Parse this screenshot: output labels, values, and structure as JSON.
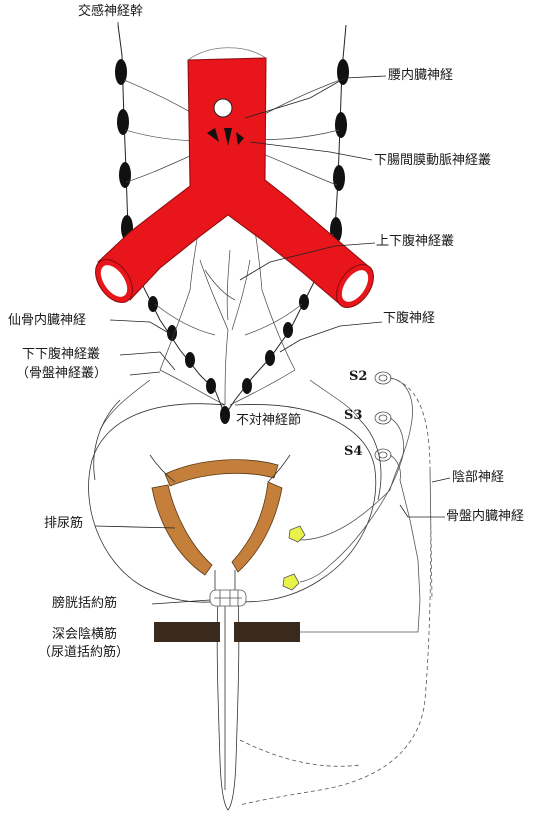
{
  "colors": {
    "aorta": "#e8151b",
    "ganglion": "#111111",
    "muscle": "#c47f3a",
    "urethral_band": "#3a2a1e",
    "pelvic_ganglion": "#e9f24a",
    "nerve_line": "#333333"
  },
  "labels": {
    "sympathetic_trunk": "交感神経幹",
    "lumbar_splanchnic": "腰内臓神経",
    "inferior_mesenteric_plexus": "下腸間膜動脈神経叢",
    "superior_hypogastric_plexus": "上下腹神経叢",
    "hypogastric_nerve": "下腹神経",
    "sacral_splanchnic": "仙骨内臓神経",
    "inferior_hypogastric_plexus": "下下腹神経叢",
    "pelvic_plexus_paren": "（骨盤神経叢）",
    "ganglion_impar": "不対神経節",
    "s2": "S2",
    "s3": "S3",
    "s4": "S4",
    "pudendal_nerve": "陰部神経",
    "pelvic_splanchnic": "骨盤内臓神経",
    "detrusor": "排尿筋",
    "bladder_sphincter": "膀胱括約筋",
    "deep_transverse_perineal": "深会陰横筋",
    "urethral_sphincter_paren": "（尿道括約筋）"
  }
}
